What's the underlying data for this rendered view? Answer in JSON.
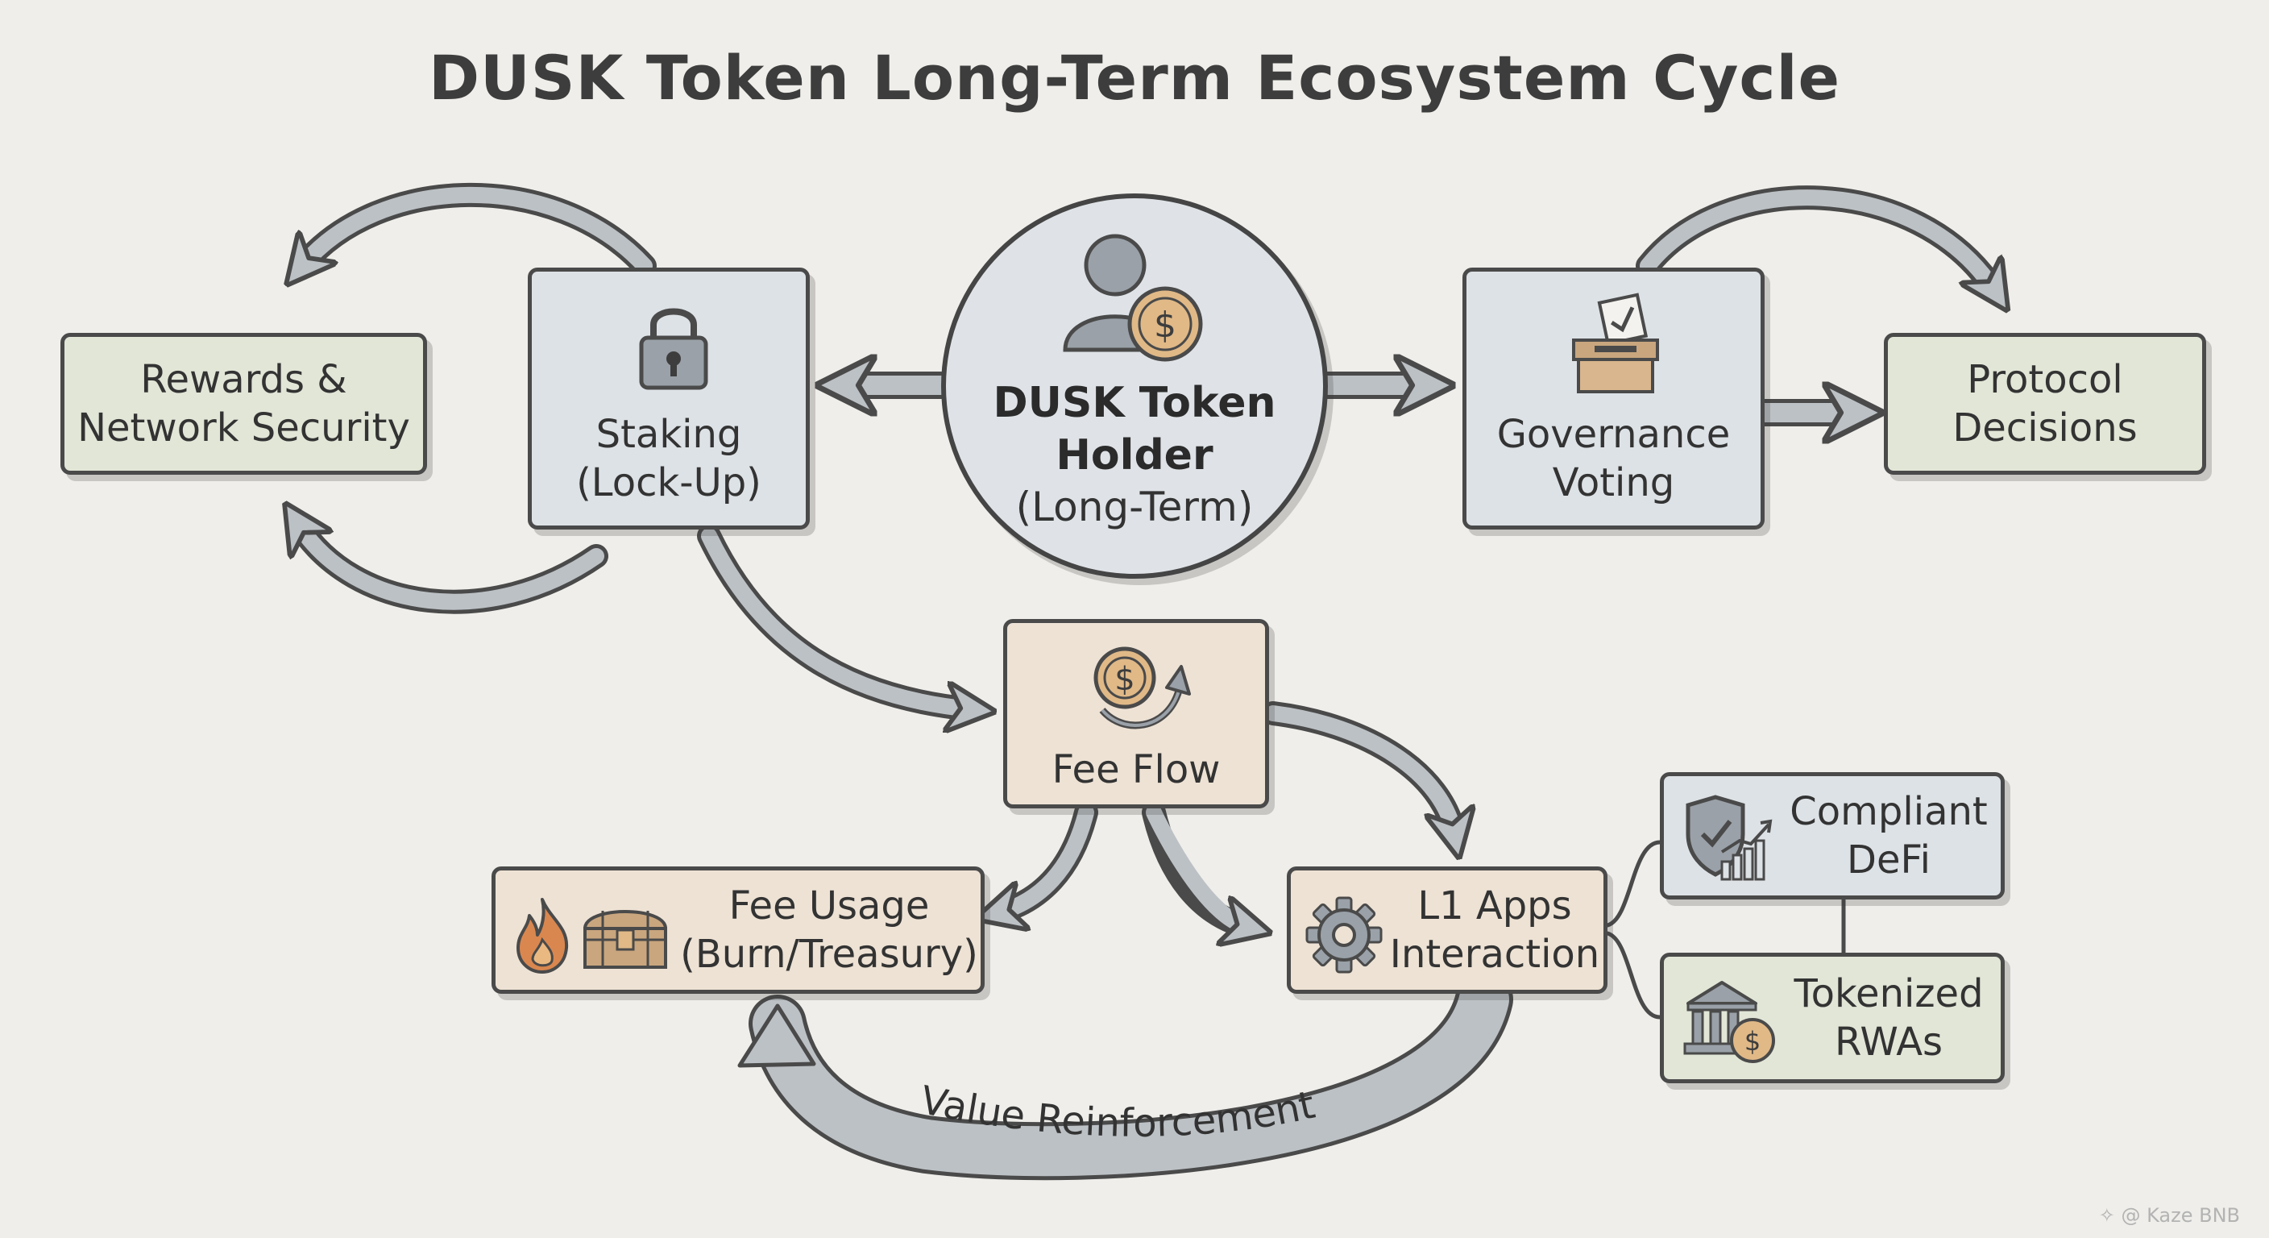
{
  "title": "DUSK Token Long-Term Ecosystem Cycle",
  "nodes": {
    "holder": {
      "line1": "DUSK Token",
      "line2": "Holder",
      "line3": "(Long-Term)"
    },
    "staking": {
      "line1": "Staking",
      "line2": "(Lock-Up)"
    },
    "rewards": {
      "line1": "Rewards &",
      "line2": "Network Security"
    },
    "governance": {
      "line1": "Governance",
      "line2": "Voting"
    },
    "protocol": {
      "line1": "Protocol",
      "line2": "Decisions"
    },
    "fee_flow": {
      "line1": "Fee Flow"
    },
    "fee_usage": {
      "line1": "Fee Usage",
      "line2": "(Burn/Treasury)"
    },
    "l1_apps": {
      "line1": "L1 Apps",
      "line2": "Interaction"
    },
    "defi": {
      "line1": "Compliant",
      "line2": "DeFi"
    },
    "rwas": {
      "line1": "Tokenized",
      "line2": "RWAs"
    }
  },
  "edges": {
    "value_reinforcement": "Value Reinforcement"
  },
  "icons": {
    "holder": "person-coin-icon",
    "staking": "padlock-icon",
    "governance": "ballot-box-icon",
    "fee_flow": "coin-cycle-icon",
    "fee_usage": [
      "flame-icon",
      "treasure-chest-icon"
    ],
    "l1_apps": "gear-icon",
    "defi": "shield-chart-icon",
    "rwas": "bank-coin-icon"
  },
  "colors": {
    "green": "#e1e6d7",
    "blue": "#dde2e6",
    "tan": "#ede2d4",
    "arrow": "#bcc1c5",
    "stroke": "#4a4a4a"
  },
  "watermark": "✧ @ Kaze BNB"
}
